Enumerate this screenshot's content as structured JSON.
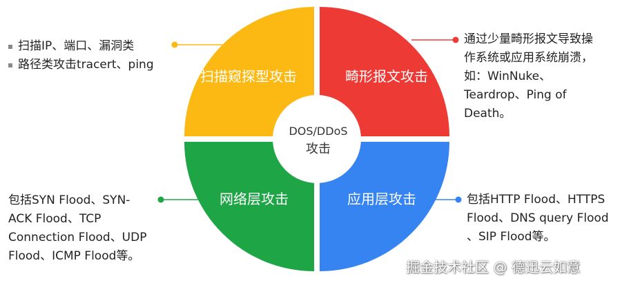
{
  "center": {
    "label_line1": "DOS/DDoS",
    "label_line2": "攻击"
  },
  "quadrants": [
    {
      "id": "scan",
      "label": "扫描窥探型攻击",
      "color": "#FDB913"
    },
    {
      "id": "malformed",
      "label": "畸形报文攻击",
      "color": "#EE3A35"
    },
    {
      "id": "network",
      "label": "网络层攻击",
      "color": "#1DA546"
    },
    {
      "id": "application",
      "label": "应用层攻击",
      "color": "#3584F2"
    }
  ],
  "descriptions": {
    "scan": [
      "扫描IP、端口、漏洞类",
      "路径类攻击tracert、ping"
    ],
    "malformed": [
      "通过少量畸形报文导致操",
      "作系统或应用系统崩溃，",
      "如：WinNuke、",
      "Teardrop、Ping of",
      "Death。"
    ],
    "network": [
      "包括SYN Flood、SYN-",
      "ACK Flood、TCP",
      "Connection Flood、UDP",
      "Flood、ICMP Flood等。"
    ],
    "application": [
      "包括HTTP Flood、HTTPS",
      "Flood、DNS query Flood",
      "、SIP Flood等。"
    ]
  },
  "watermark": "掘金技术社区 @ 德迅云如意"
}
